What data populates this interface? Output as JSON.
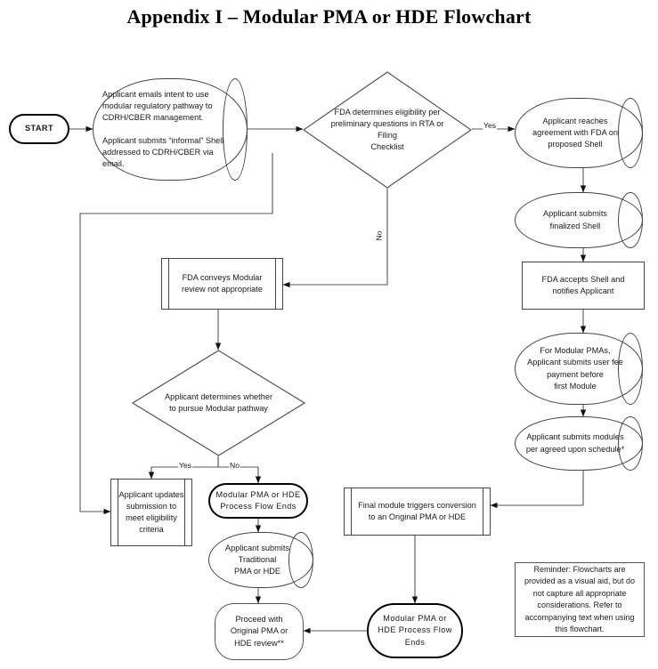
{
  "title": "Appendix I – Modular PMA or HDE Flowchart",
  "nodes": {
    "start": {
      "label": "START",
      "shape": "terminator"
    },
    "applicant_emails": {
      "label": "Applicant emails intent to use\nmodular regulatory pathway to\nCDRH/CBER management.\n\nApplicant submits “informal” Shell\naddressed to CDRH/CBER via email.",
      "shape": "cylinder"
    },
    "fda_eligibility": {
      "label": "FDA determines eligibility per\npreliminary questions in RTA or Filing\nChecklist",
      "shape": "decision"
    },
    "applicant_agreement": {
      "label": "Applicant reaches\nagreement with FDA on\nproposed Shell",
      "shape": "cylinder"
    },
    "finalized_shell": {
      "label": "Applicant submits\nfinalized Shell",
      "shape": "cylinder"
    },
    "fda_accepts_shell": {
      "label": "FDA accepts Shell and\nnotifies Applicant",
      "shape": "rectangle"
    },
    "user_fee": {
      "label": "For Modular PMAs,\nApplicant submits user fee\npayment before\nfirst Module",
      "shape": "cylinder"
    },
    "submits_modules": {
      "label": "Applicant submits modules\nper agreed upon schedule*",
      "shape": "cylinder"
    },
    "fda_conveys": {
      "label": "FDA conveys Modular\nreview not appropriate",
      "shape": "predefined-process"
    },
    "applicant_determines": {
      "label": "Applicant determines whether\nto pursue Modular pathway",
      "shape": "decision"
    },
    "applicant_updates": {
      "label": "Applicant updates\nsubmission to\nmeet eligibility\ncriteria",
      "shape": "predefined-process"
    },
    "modular_ends_left": {
      "label": "Modular PMA or HDE\nProcess Flow Ends",
      "shape": "terminator"
    },
    "traditional_pma": {
      "label": "Applicant submits\nTraditional\nPMA or HDE",
      "shape": "cylinder"
    },
    "final_module": {
      "label": "Final module triggers conversion\nto an Original PMA or HDE",
      "shape": "predefined-process"
    },
    "modular_ends_right": {
      "label": "Modular PMA or\nHDE Process Flow\nEnds",
      "shape": "terminator"
    },
    "proceed_original": {
      "label": "Proceed with\nOriginal PMA or\nHDE review**",
      "shape": "terminator-thin"
    },
    "reminder": {
      "label": "Reminder: Flowcharts are\nprovided as a visual aid, but do\nnot capture all appropriate\nconsiderations. Refer to\naccompanying text when using\nthis flowchart.",
      "shape": "note"
    }
  },
  "edge_labels": {
    "yes_top": "Yes",
    "no_top": "No",
    "yes_bottom": "Yes",
    "no_bottom": "No"
  },
  "colors": {
    "stroke": "#444444",
    "bold_stroke": "#000000",
    "background": "#ffffff",
    "text": "#1a1a1a"
  }
}
